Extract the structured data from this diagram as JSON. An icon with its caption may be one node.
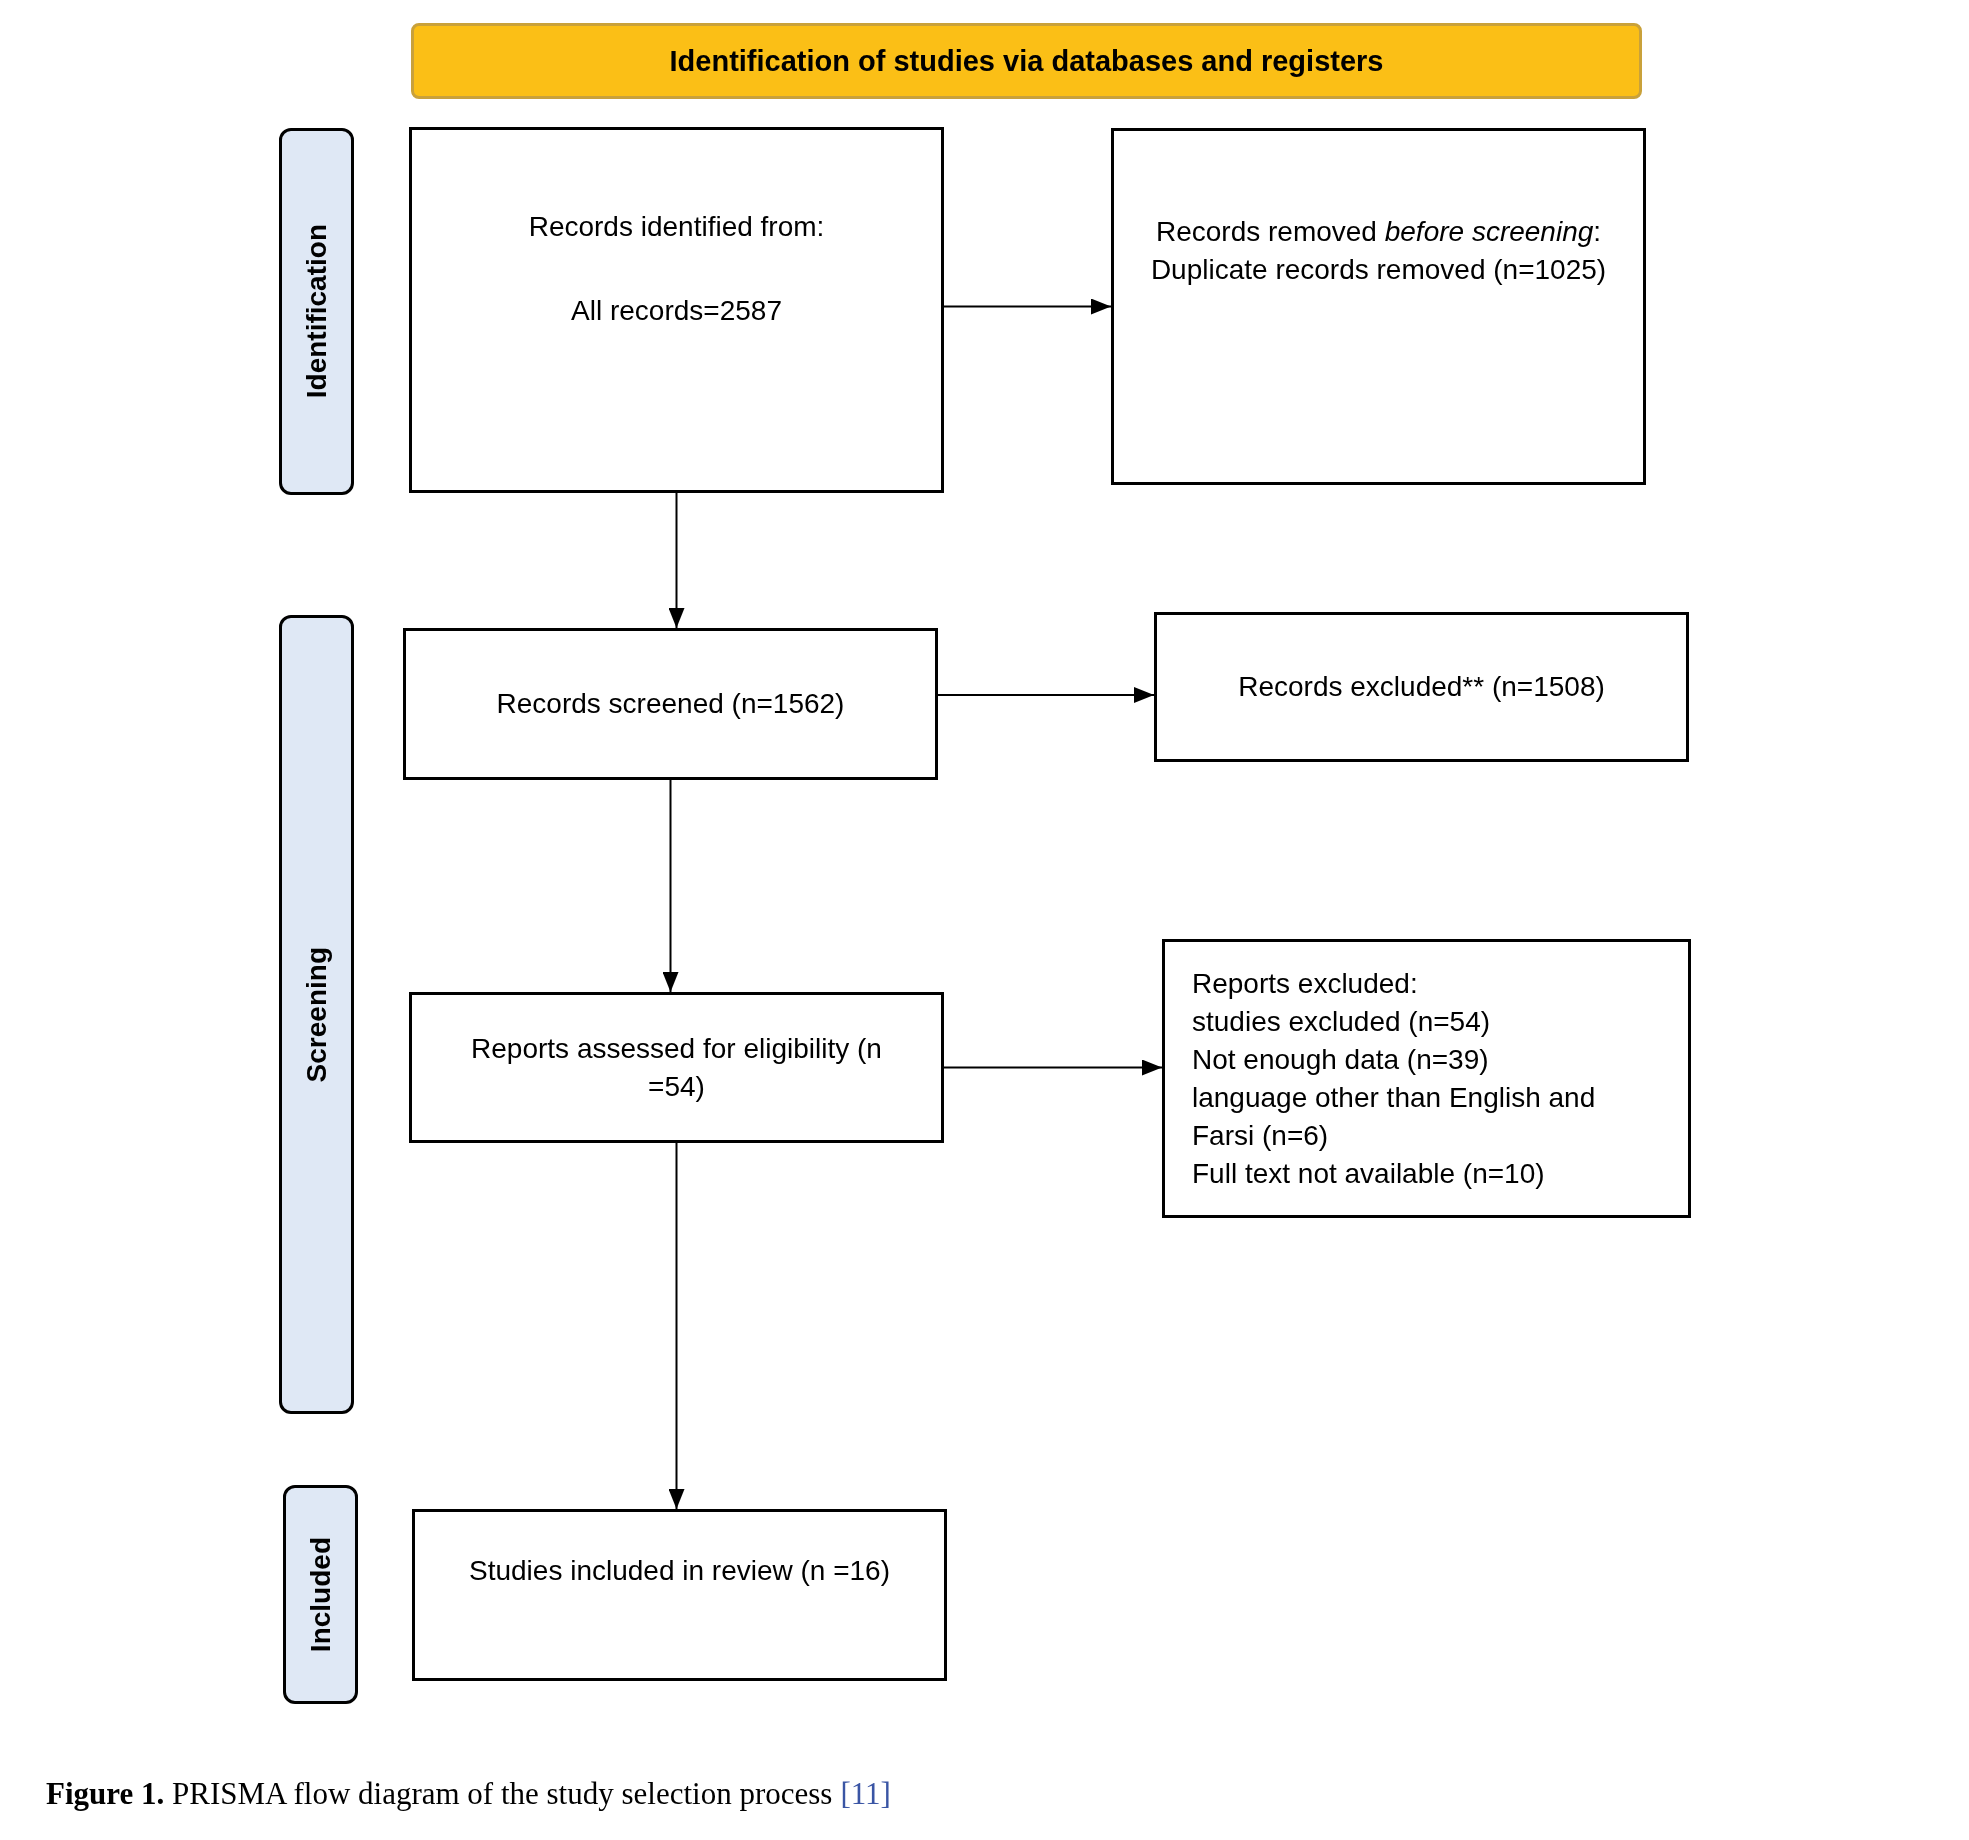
{
  "diagram": {
    "title": "Identification of studies via databases and registers",
    "caption": "**Figure 1.** PRISMA flow diagram of the study selection process",
    "nodes": [
      {
        "text": [
          "Identification"
        ]
      },
      {
        "text": [
          "Records identified from:",
          "All records=2587"
        ]
      },
      {
        "text": [
          "Records removed *before screening*:",
          "Duplicate records removed (n=1025)"
        ]
      },
      {
        "text": [
          "Screening"
        ]
      },
      {
        "text": [
          "Records screened (n=1562)"
        ]
      },
      {
        "text": [
          "Records excluded** (n=1508)"
        ]
      },
      {
        "text": [
          "Reports assessed for eligibility (n =54)"
        ]
      },
      {
        "text": [
          "Reports excluded:",
          "studies excluded (n=54)",
          "Not enough data (n=39)",
          "language other than English and Farsi (n=6)",
          "Full text not available (n=10)"
        ]
      },
      {
        "text": [
          "Included"
        ]
      },
      {
        "text": [
          "Studies included in review (n =16)"
        ]
      }
    ],
    "edges": [
      {
        "from": 1,
        "to": 2,
        "arrow": "to"
      },
      {
        "from": 1,
        "to": 4,
        "arrow": "to"
      },
      {
        "from": 4,
        "to": 5,
        "arrow": "to"
      },
      {
        "from": 4,
        "to": 6,
        "arrow": "to"
      },
      {
        "from": 6,
        "to": 7,
        "arrow": "to"
      },
      {
        "from": 6,
        "to": 9,
        "arrow": "to"
      }
    ],
    "labels": [
      "[11]"
    ]
  }
}
